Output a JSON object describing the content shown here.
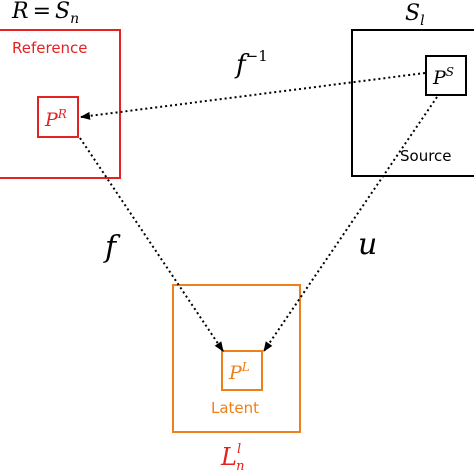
{
  "colors": {
    "reference": "#e32222",
    "source": "#000000",
    "latent": "#ef7f1a",
    "arrows": "#000000"
  },
  "reference": {
    "top_label_lhs": "R",
    "top_label_eq": "=",
    "top_label_rhs": "S",
    "top_label_rhs_sub": "n",
    "box_label": "Reference",
    "point_base": "P",
    "point_sup": "R"
  },
  "source": {
    "top_label": "S",
    "top_label_sub": "l",
    "box_label": "Source",
    "point_base": "P",
    "point_sup": "S"
  },
  "latent": {
    "bottom_label": "L",
    "bottom_label_sub": "n",
    "bottom_label_sup": "l",
    "box_label": "Latent",
    "point_base": "P",
    "point_sup": "L"
  },
  "mappings": {
    "inverse": "f",
    "inverse_sup": "−1",
    "forward": "f",
    "u": "u"
  }
}
